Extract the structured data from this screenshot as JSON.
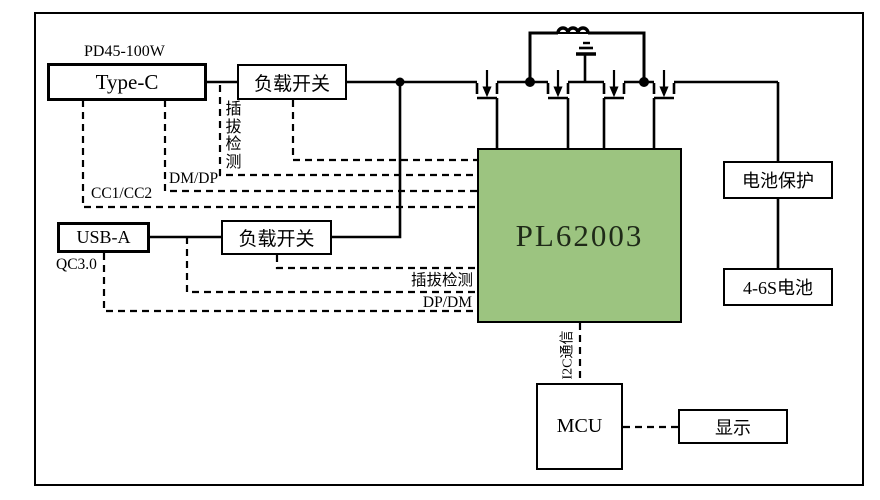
{
  "colors": {
    "chip_fill": "#9cc480",
    "line": "#000000",
    "background": "#ffffff"
  },
  "blocks": {
    "type_c": {
      "label": "Type-C",
      "tag": "PD45-100W"
    },
    "load_switch_top": {
      "label": "负载开关"
    },
    "usb_a": {
      "label": "USB-A",
      "tag": "QC3.0"
    },
    "load_switch_bottom": {
      "label": "负载开关"
    },
    "chip": {
      "label": "PL62003"
    },
    "battery_protection": {
      "label": "电池保护"
    },
    "battery": {
      "label": "4-6S电池"
    },
    "mcu": {
      "label": "MCU"
    },
    "display": {
      "label": "显示"
    }
  },
  "signals": {
    "plug_detect_top": "插拔检测",
    "dm_dp": "DM/DP",
    "cc1_cc2": "CC1/CC2",
    "plug_detect_bottom": "插拔检测",
    "dp_dm": "DP/DM",
    "i2c": "I2C通信"
  }
}
